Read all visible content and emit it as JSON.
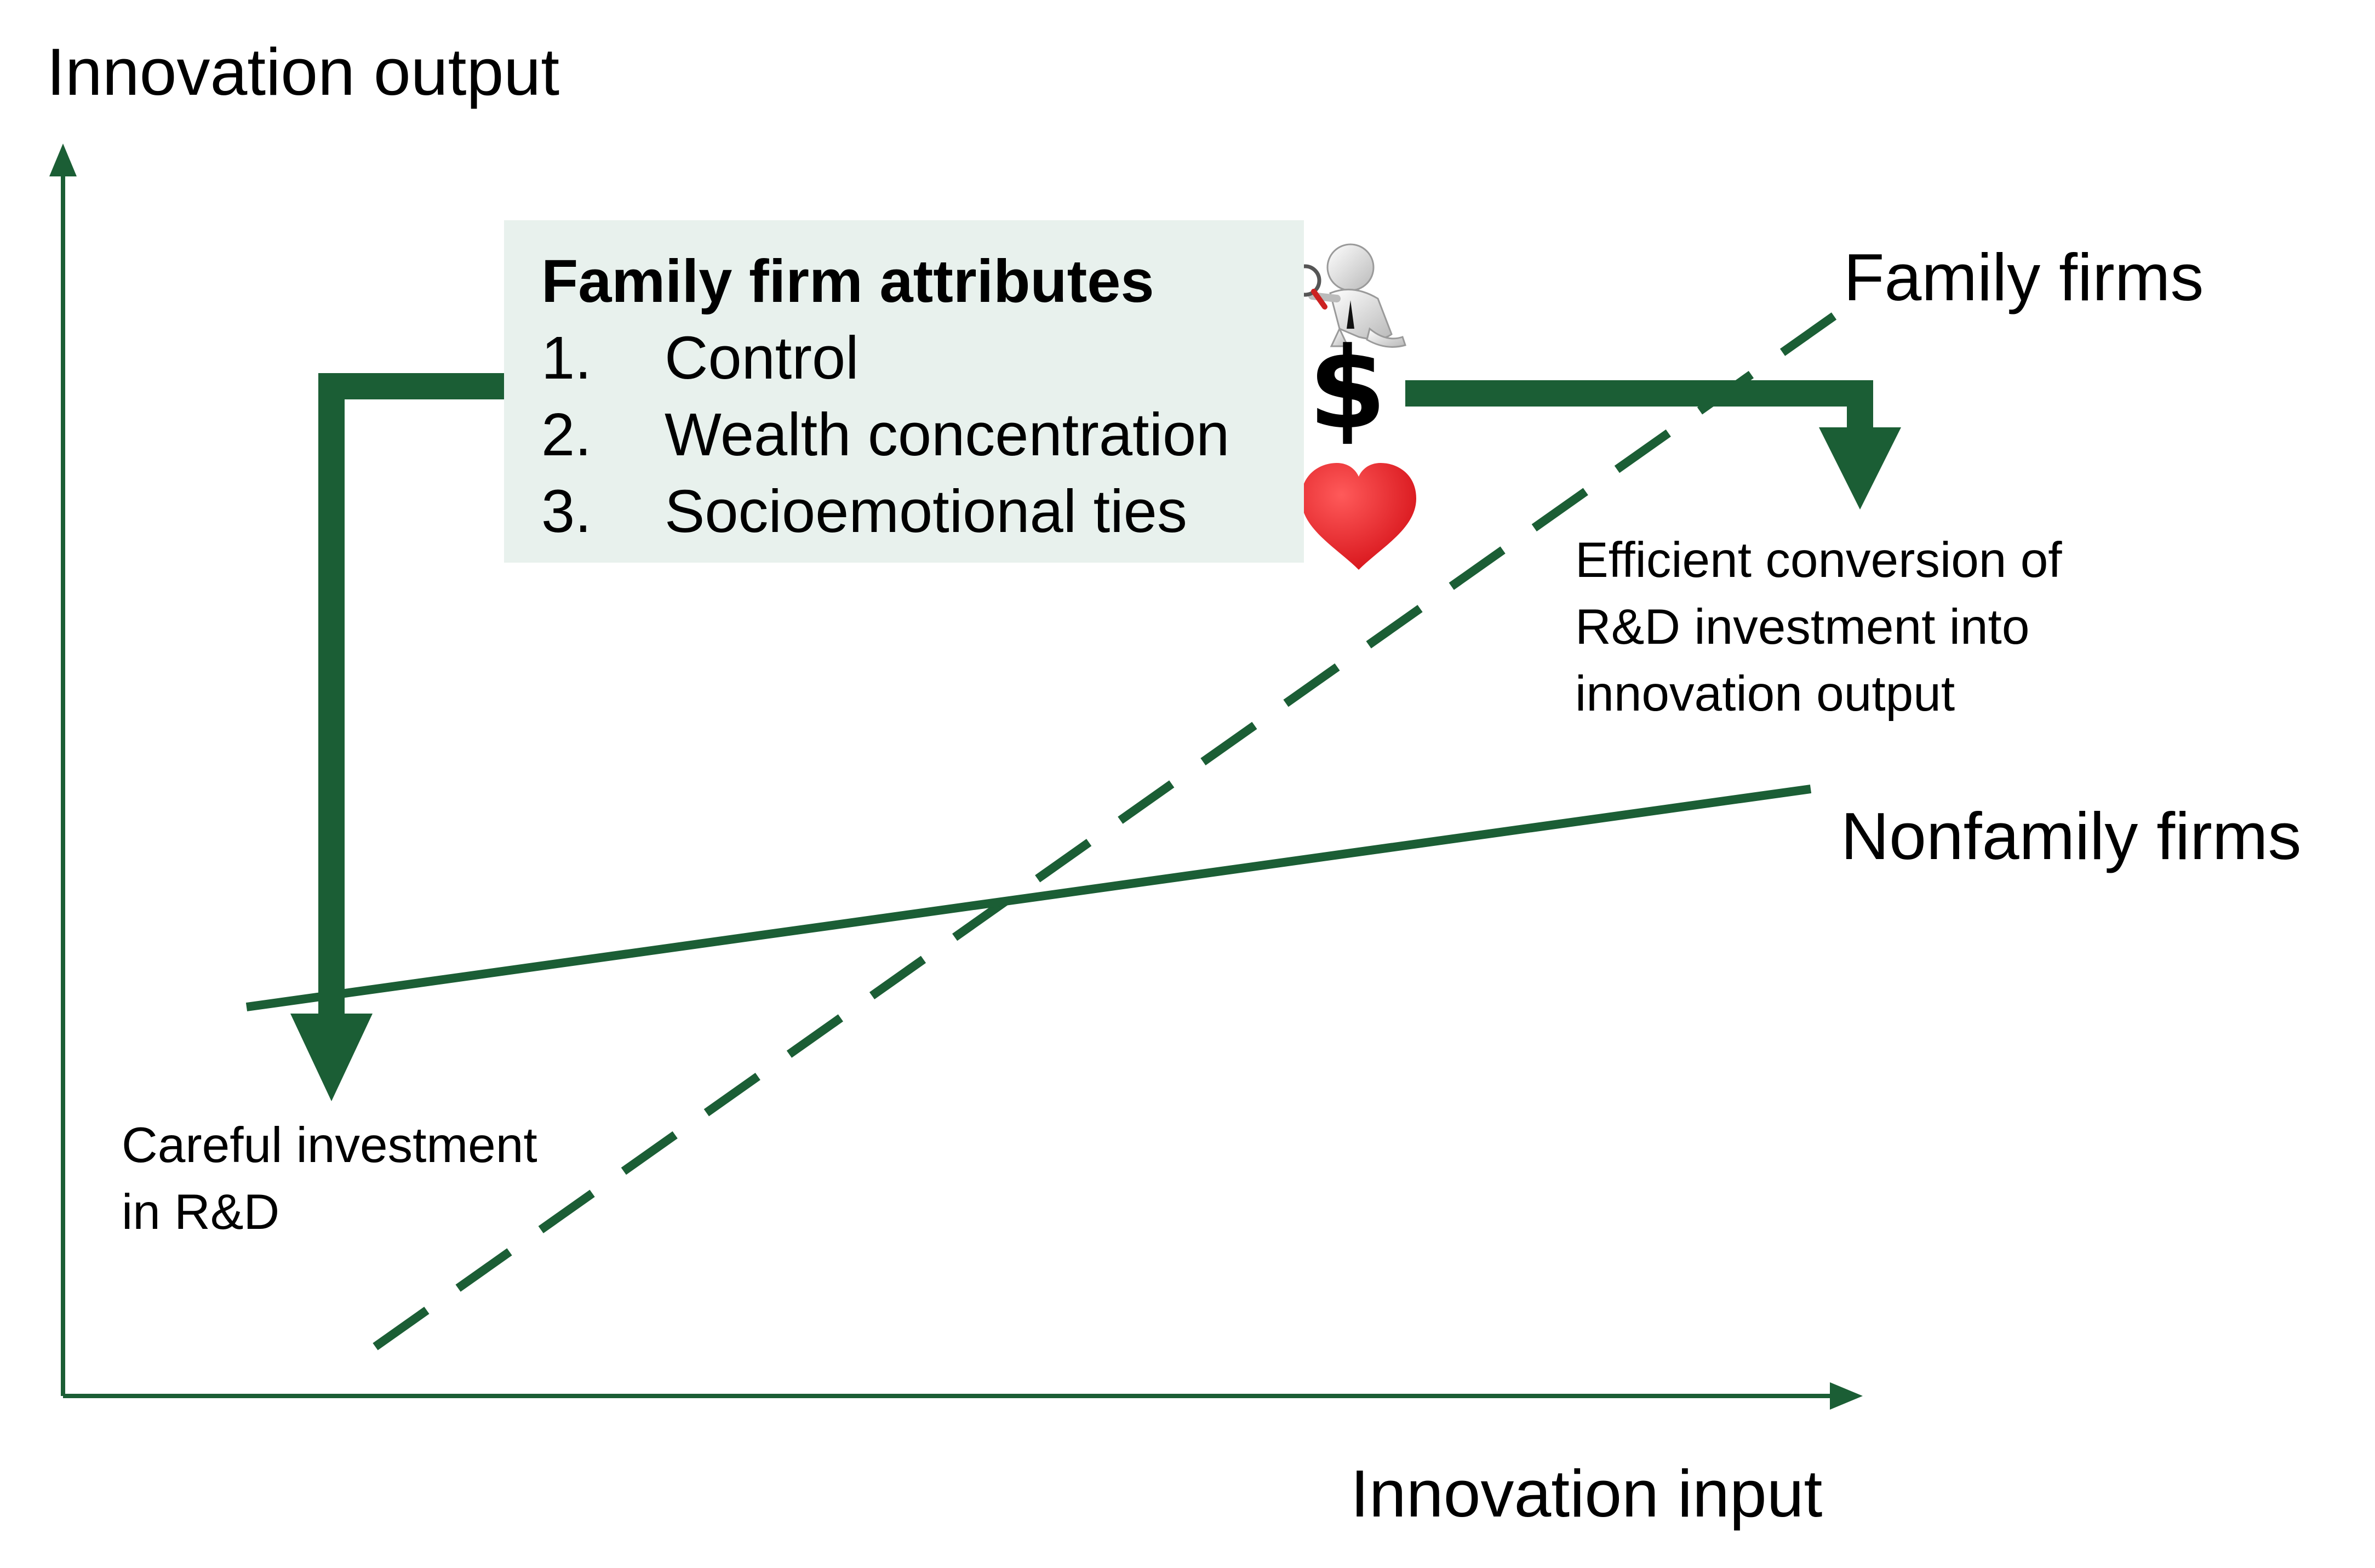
{
  "axes": {
    "y_label": "Innovation output",
    "x_label": "Innovation input"
  },
  "series_labels": {
    "family": "Family firms",
    "nonfamily": "Nonfamily firms"
  },
  "attributes_box": {
    "title": "Family firm attributes",
    "items": [
      {
        "num": "1.",
        "label": "Control"
      },
      {
        "num": "2.",
        "label": "Wealth concentration"
      },
      {
        "num": "3.",
        "label": "Socioemotional ties"
      }
    ]
  },
  "notes": {
    "left": [
      "Careful investment",
      "in R&D"
    ],
    "right": [
      "Efficient conversion of",
      "R&D investment into",
      "innovation output"
    ]
  },
  "icons": {
    "dollar": "$",
    "names": [
      "investigator-figure-icon",
      "dollar-icon",
      "heart-icon"
    ]
  },
  "colors": {
    "accent_green": "#1b5e35",
    "box_fill": "#e8f1ed",
    "heart": "#e8141e"
  }
}
